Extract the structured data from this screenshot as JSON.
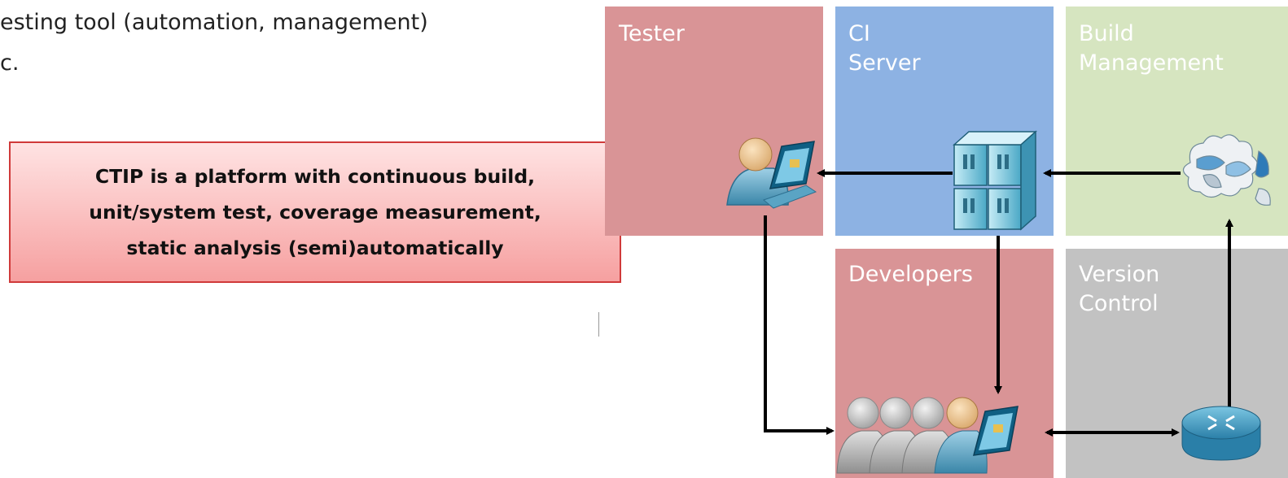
{
  "intro": {
    "line1": "esting tool (automation, management)",
    "line2": "c."
  },
  "callout": {
    "text": "CTIP is a platform with continuous build,\nunit/system test, coverage measurement,\nstatic analysis (semi)automatically"
  },
  "diagram": {
    "panels": {
      "tester": {
        "label_lines": [
          "Tester"
        ],
        "color": "#d99496"
      },
      "ci_server": {
        "label_lines": [
          "CI",
          "Server"
        ],
        "color": "#8db2e3"
      },
      "build_management": {
        "label_lines": [
          "Build",
          "Management"
        ],
        "color": "#d6e5c0"
      },
      "developers": {
        "label_lines": [
          "Developers"
        ],
        "color": "#d99496"
      },
      "version_control": {
        "label_lines": [
          "Version",
          "Control"
        ],
        "color": "#c2c2c2"
      }
    },
    "icons": [
      "tester-workstation-icon",
      "server-cluster-icon",
      "build-puzzle-icon",
      "developer-team-icon",
      "router-icon"
    ]
  }
}
